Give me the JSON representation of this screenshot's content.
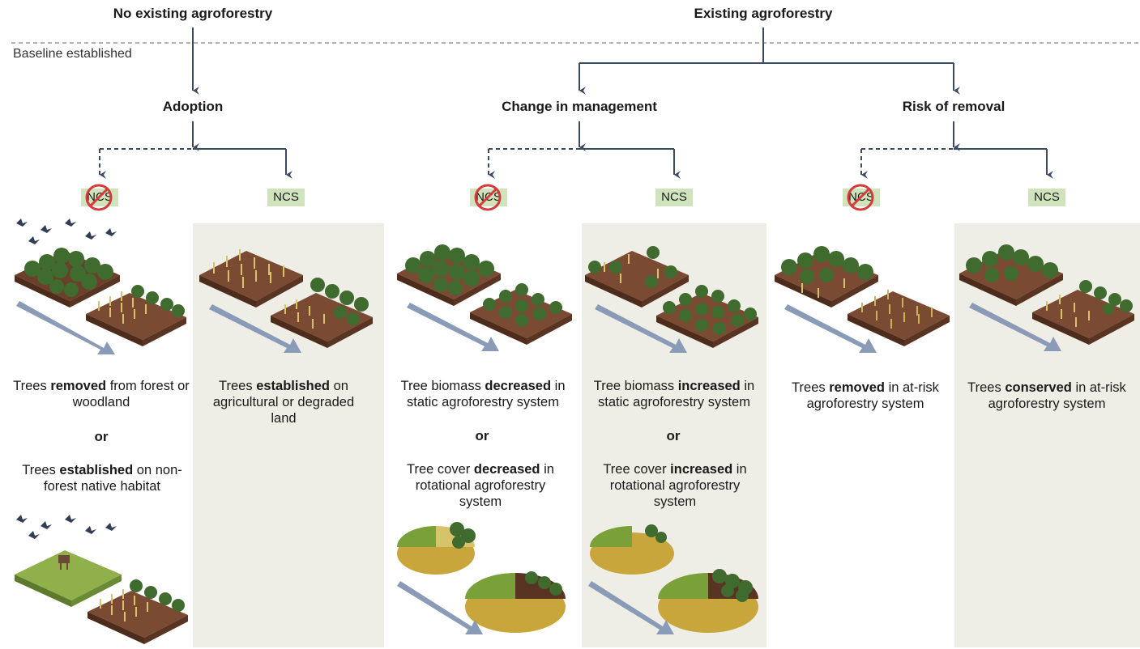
{
  "top": {
    "no_existing": "No existing agroforestry",
    "existing": "Existing agroforestry",
    "baseline": "Baseline established"
  },
  "branches": {
    "adoption": "Adoption",
    "change_management": "Change in management",
    "risk_removal": "Risk of removal"
  },
  "ncs_label": "NCS",
  "or_label": "or",
  "columns": [
    {
      "pre1": "Trees ",
      "b1": "removed",
      "post1": " from forest or woodland",
      "pre2": "Trees ",
      "b2": "established",
      "post2": " on non-forest native habitat"
    },
    {
      "pre1": "Trees ",
      "b1": "established",
      "post1": " on agricultural or degraded land"
    },
    {
      "pre1": "Tree biomass ",
      "b1": "decreased",
      "post1": " in static agroforestry system",
      "pre2": "Tree cover ",
      "b2": "decreased",
      "post2": " in rotational agroforestry system"
    },
    {
      "pre1": "Tree biomass ",
      "b1": "increased",
      "post1": " in static agroforestry system",
      "pre2": "Tree cover ",
      "b2": "increased",
      "post2": " in rotational agroforestry system"
    },
    {
      "pre1": "Trees ",
      "b1": "removed",
      "post1": " in at-risk agroforestry system"
    },
    {
      "pre1": "Trees ",
      "b1": "conserved",
      "post1": " in at-risk agroforestry system"
    }
  ],
  "colors": {
    "connector": "#3b4a5e",
    "panel": "#efeee6",
    "ncs_bg": "#cfe4bd",
    "prohibit": "#d63a3a",
    "soil": "#7a4a33",
    "tree": "#3f6b2e",
    "crop": "#d9c36a",
    "grass": "#8fb04a",
    "arrow": "#8a9bb8"
  }
}
